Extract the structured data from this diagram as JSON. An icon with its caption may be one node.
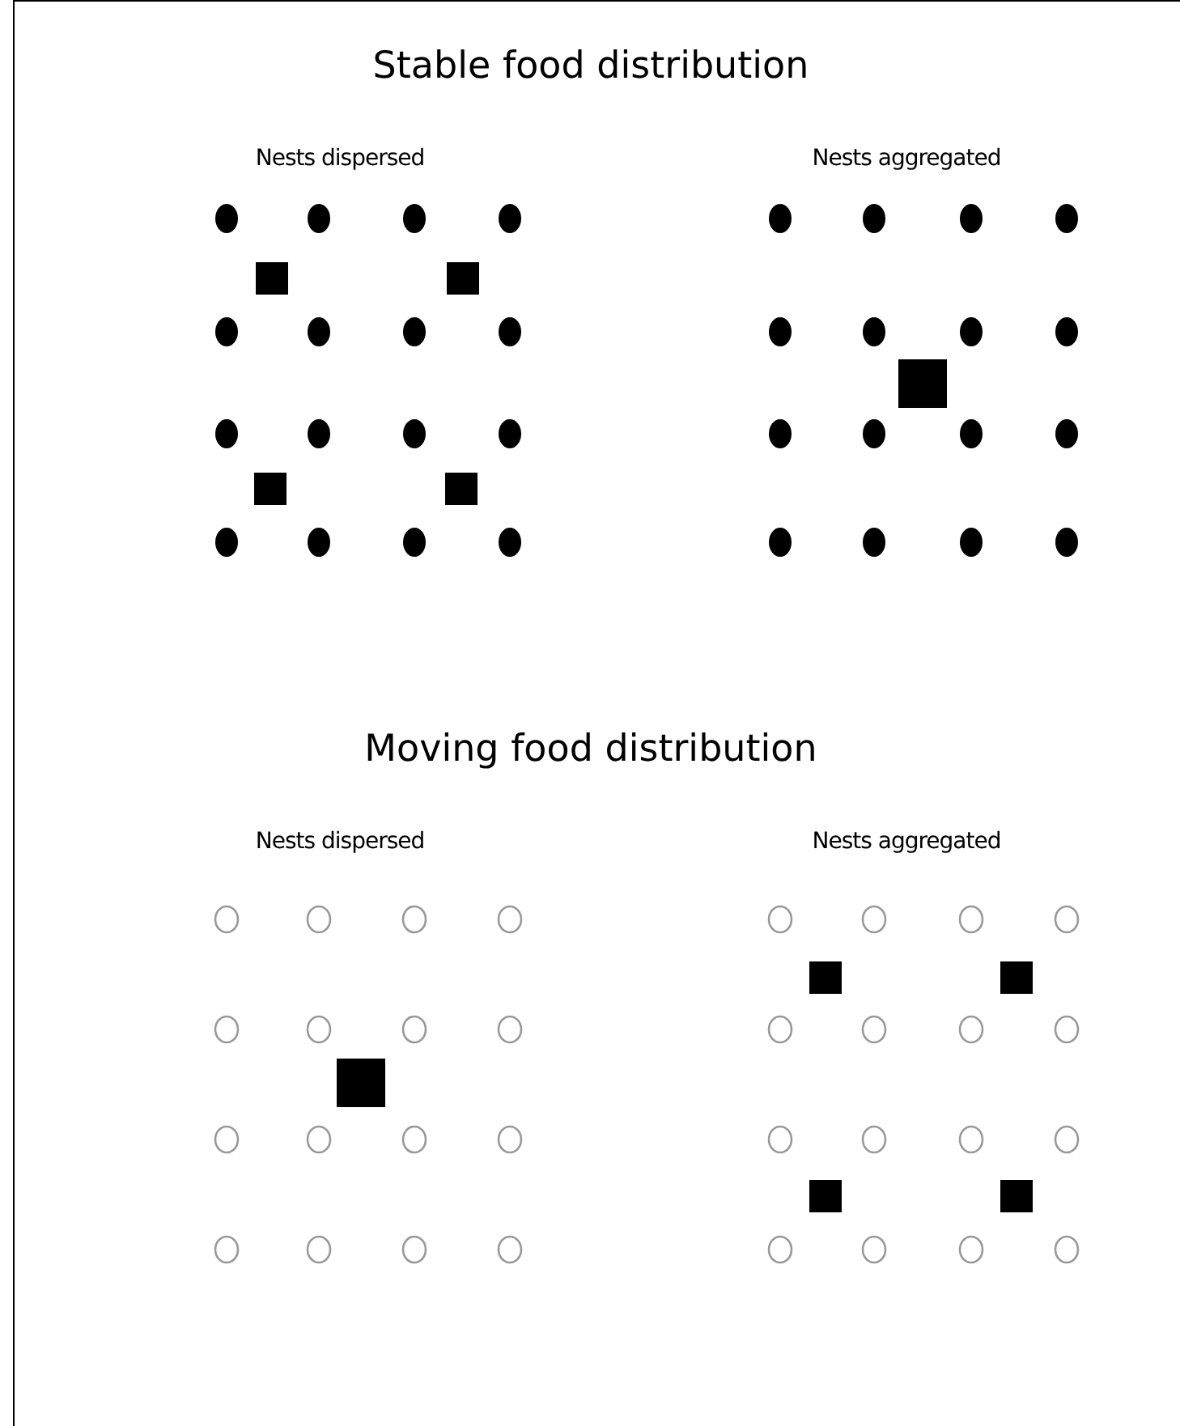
{
  "diagram": {
    "labels": [
      "Stable food distribution",
      "Nests dispersed",
      "Nests aggregated",
      "Moving food distribution",
      "Nests dispersed",
      "Nests aggregated"
    ]
  }
}
